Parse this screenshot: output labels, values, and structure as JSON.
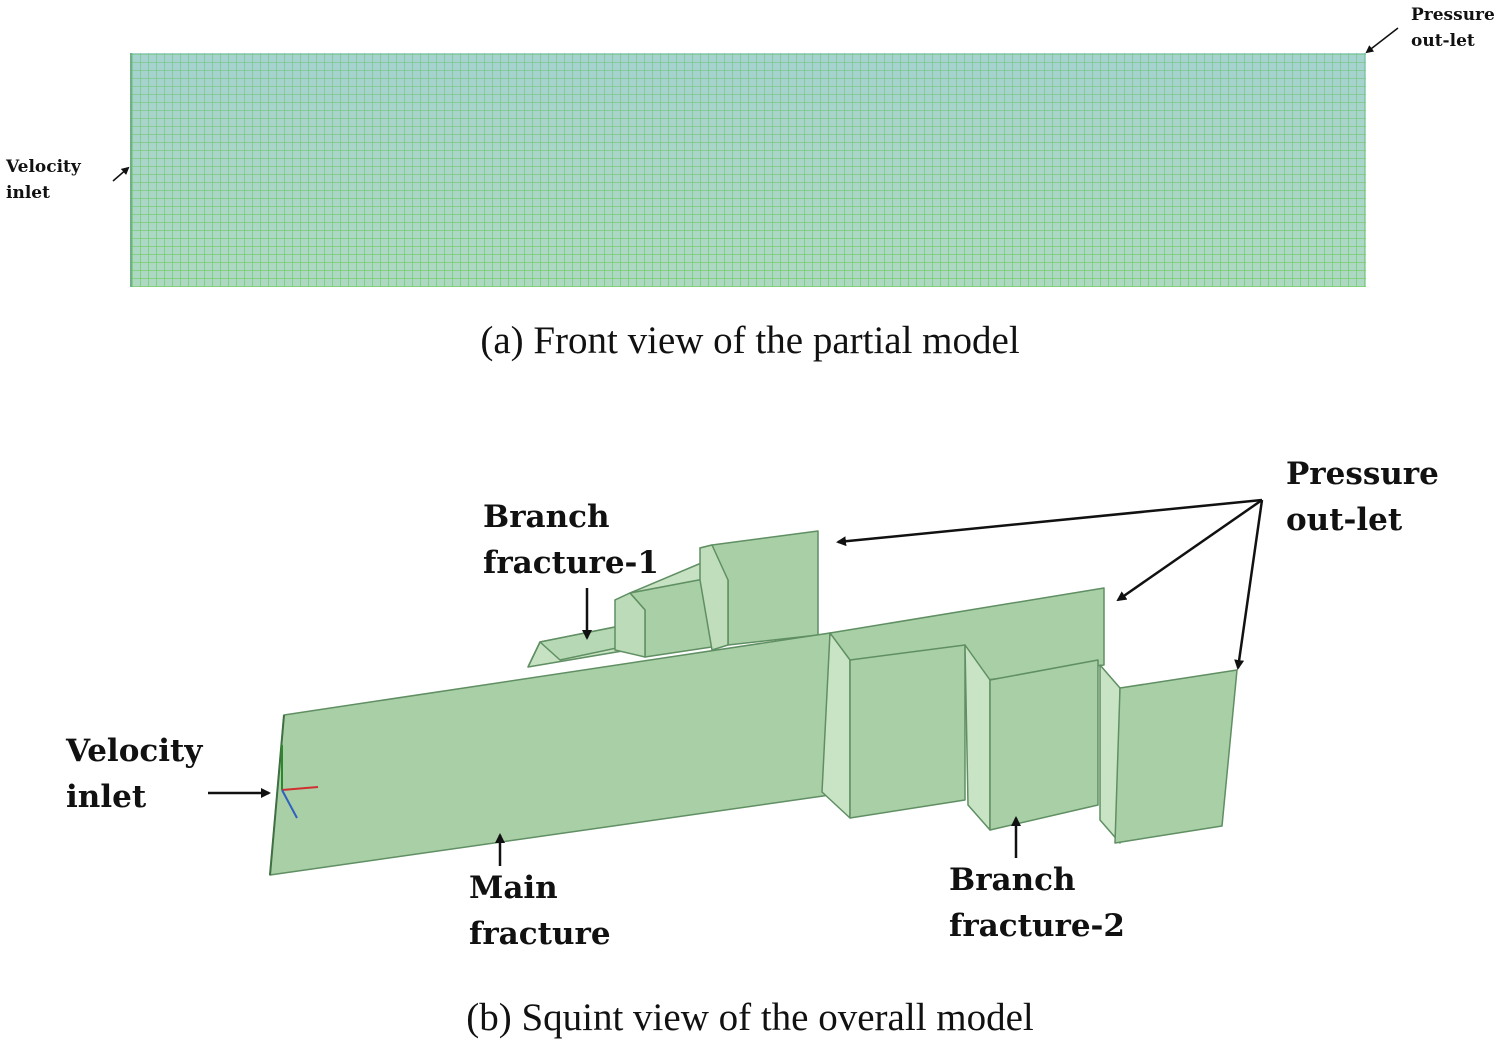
{
  "top": {
    "velocity_label": "Velocity\ninlet",
    "pressure_label": "Pressure\nout-let",
    "caption": "(a) Front view of the partial model"
  },
  "bottom": {
    "branch1_label": "Branch\nfracture-1",
    "pressure_label": "Pressure\nout-let",
    "velocity_label": "Velocity\ninlet",
    "main_label": "Main\nfracture",
    "branch2_label": "Branch\nfracture-2",
    "caption": "(b) Squint view of the overall model"
  },
  "colors": {
    "face": "#a9cfa6",
    "side": "#c7e2c3",
    "edge": "#5f8f62",
    "mesh_line": "#6ec85a"
  }
}
